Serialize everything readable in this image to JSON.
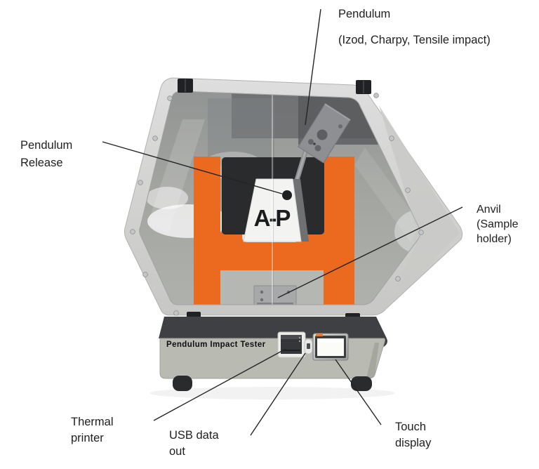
{
  "diagram": {
    "type": "labeled-equipment-diagram",
    "machine": {
      "nameplate": "Pendulum Impact Tester",
      "brand_logo": "A-P"
    },
    "annotations": {
      "pendulum": {
        "line1": "Pendulum",
        "line2": "(Izod, Charpy, Tensile impact)"
      },
      "pendulum_release": {
        "line1": "Pendulum",
        "line2": "Release"
      },
      "anvil": {
        "line1": "Anvil",
        "line2": "(Sample",
        "line3": "holder)"
      },
      "thermal_printer": {
        "line1": "Thermal",
        "line2": "printer"
      },
      "usb_data_out": {
        "line1": "USB data",
        "line2": "out"
      },
      "touch_display": {
        "line1": "Touch",
        "line2": "display"
      }
    },
    "colors": {
      "accent_orange": "#EC6A1F",
      "frame_gray": "#D4D4D2",
      "base_gray": "#B9BAB2",
      "bevel_dark": "#3F4043",
      "panel_black": "#2A2B2D",
      "label_text": "#1F1F1F"
    }
  }
}
